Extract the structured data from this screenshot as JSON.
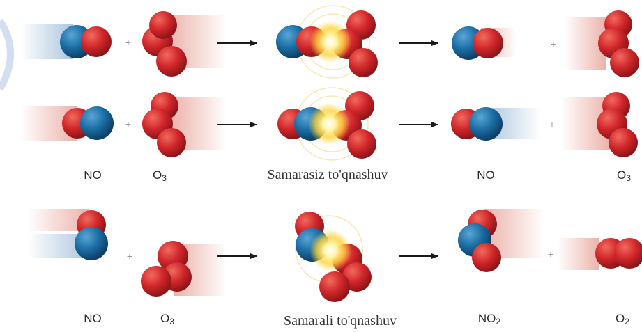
{
  "colors": {
    "oxygen": "#d0262a",
    "nitrogen": "#1a6da3",
    "arrow": "#1a1a1a",
    "plus": "#9a9a9a",
    "text": "#2a2a2a"
  },
  "symbols": {
    "plus": "+"
  },
  "rows": [
    {
      "id": "ineffective-1"
    },
    {
      "id": "ineffective-2",
      "labels": {
        "r1": {
          "base": "NO",
          "sub": ""
        },
        "r2": {
          "base": "O",
          "sub": "3"
        },
        "collision": "Samarasiz to'qnashuv",
        "p1": {
          "base": "NO",
          "sub": ""
        },
        "p2": {
          "base": "O",
          "sub": "3"
        }
      }
    },
    {
      "id": "effective",
      "labels": {
        "r1": {
          "base": "NO",
          "sub": ""
        },
        "r2": {
          "base": "O",
          "sub": "3"
        },
        "collision": "Samarali to'qnashuv",
        "p1": {
          "base": "NO",
          "sub": "2"
        },
        "p2": {
          "base": "O",
          "sub": "2"
        }
      }
    }
  ]
}
